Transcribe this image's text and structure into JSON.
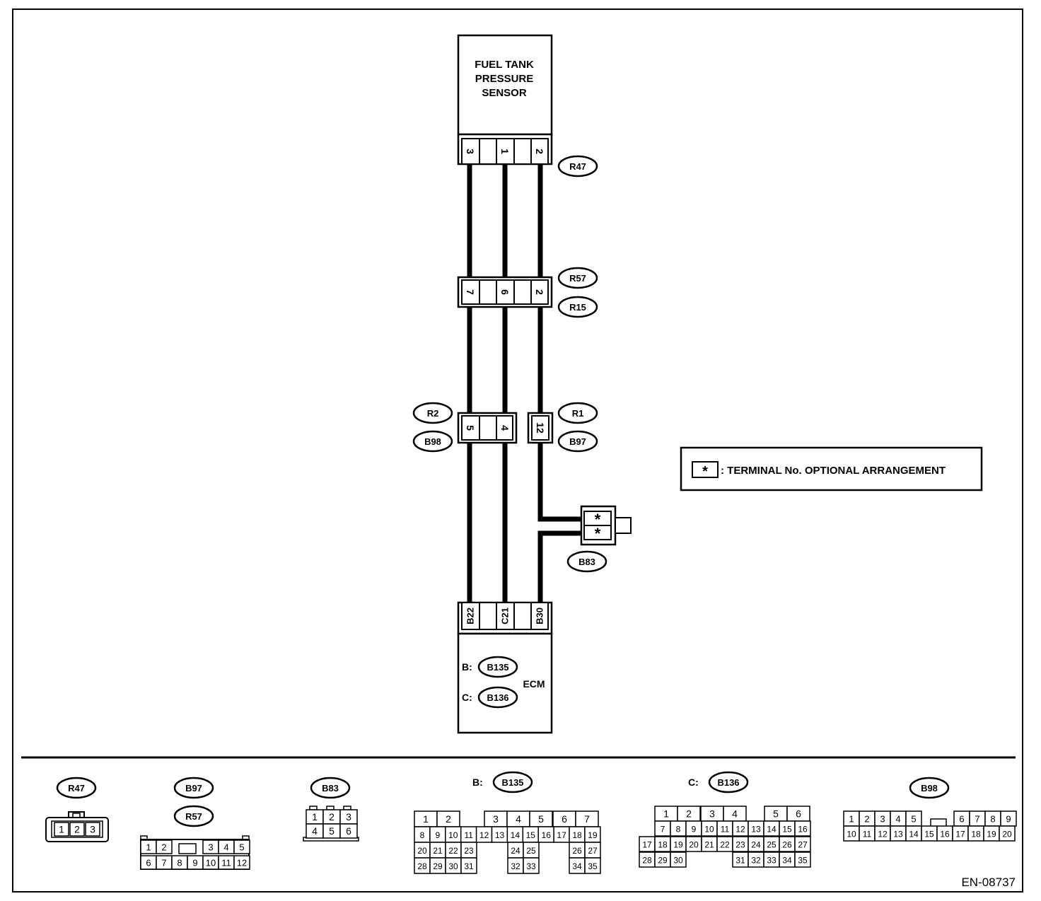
{
  "sensor": {
    "title_lines": [
      "FUEL TANK",
      "PRESSURE",
      "SENSOR"
    ]
  },
  "ecm": {
    "label": "ECM",
    "prefix_b": "B:",
    "prefix_c": "C:",
    "conn_b": "B135",
    "conn_c": "B136"
  },
  "connectors": {
    "r47": "R47",
    "r57": "R57",
    "r15": "R15",
    "r2": "R2",
    "b98": "B98",
    "r1": "R1",
    "b97": "B97",
    "b83": "B83"
  },
  "pins": {
    "sensor": [
      "3",
      "1",
      "2"
    ],
    "r57": [
      "7",
      "6",
      "2"
    ],
    "b98": [
      "5",
      "4"
    ],
    "b97": [
      "12"
    ],
    "ecm": [
      "B22",
      "C21",
      "B30"
    ],
    "b83": [
      "*",
      "*"
    ]
  },
  "legend": {
    "symbol": "*",
    "text": ": TERMINAL No. OPTIONAL ARRANGEMENT"
  },
  "views": {
    "r47": {
      "label": "R47",
      "pins": [
        "1",
        "2",
        "3"
      ]
    },
    "b97_r57": {
      "labels": [
        "B97",
        "R57"
      ],
      "row1": [
        "1",
        "2",
        "3",
        "4",
        "5"
      ],
      "row2": [
        "6",
        "7",
        "8",
        "9",
        "10",
        "11",
        "12"
      ]
    },
    "b83": {
      "label": "B83",
      "row1": [
        "1",
        "2",
        "3"
      ],
      "row2": [
        "4",
        "5",
        "6"
      ]
    },
    "b135": {
      "prefix": "B:",
      "label": "B135",
      "row1": [
        "1",
        "2",
        "3",
        "4",
        "5",
        "6",
        "7"
      ],
      "row2": [
        "8",
        "9",
        "10",
        "11",
        "12",
        "13",
        "14",
        "15",
        "16",
        "17",
        "18",
        "19"
      ],
      "row3": [
        "20",
        "21",
        "22",
        "23",
        "24",
        "25",
        "26",
        "27"
      ],
      "row4": [
        "28",
        "29",
        "30",
        "31",
        "32",
        "33",
        "34",
        "35"
      ]
    },
    "b136": {
      "prefix": "C:",
      "label": "B136",
      "row1": [
        "1",
        "2",
        "3",
        "4",
        "5",
        "6"
      ],
      "row2": [
        "7",
        "8",
        "9",
        "10",
        "11",
        "12",
        "13",
        "14",
        "15",
        "16"
      ],
      "row3": [
        "17",
        "18",
        "19",
        "20",
        "21",
        "22",
        "23",
        "24",
        "25",
        "26",
        "27"
      ],
      "row4": [
        "28",
        "29",
        "30",
        "31",
        "32",
        "33",
        "34",
        "35"
      ]
    },
    "b98": {
      "label": "B98",
      "row1": [
        "1",
        "2",
        "3",
        "4",
        "5",
        "6",
        "7",
        "8",
        "9"
      ],
      "row2": [
        "10",
        "11",
        "12",
        "13",
        "14",
        "15",
        "16",
        "17",
        "18",
        "19",
        "20"
      ]
    }
  },
  "footer": {
    "code": "EN-08737"
  }
}
